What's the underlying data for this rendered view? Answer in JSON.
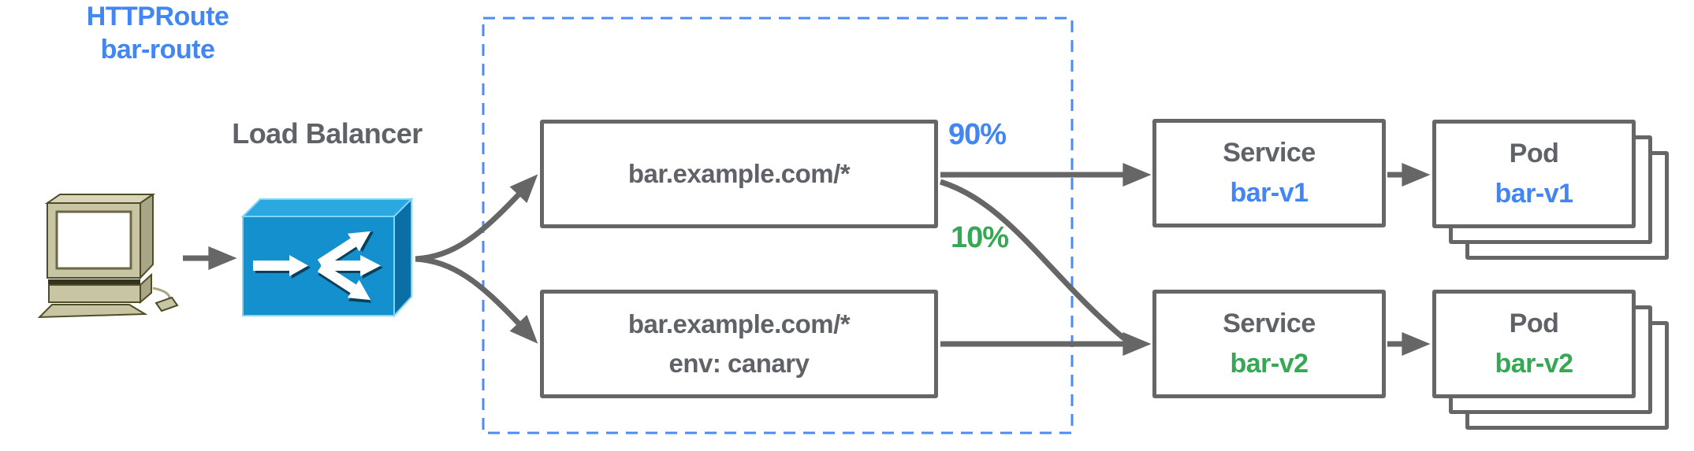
{
  "load_balancer": {
    "label": "Load Balancer"
  },
  "route_group": {
    "kind": "HTTPRoute",
    "name": "bar-route"
  },
  "rules": [
    {
      "match": "bar.example.com/*"
    },
    {
      "match": "bar.example.com/*",
      "header": "env: canary"
    }
  ],
  "weights": {
    "to_v1": "90%",
    "to_v2": "10%"
  },
  "services": [
    {
      "kind": "Service",
      "name": "bar-v1"
    },
    {
      "kind": "Service",
      "name": "bar-v2"
    }
  ],
  "pods": [
    {
      "kind": "Pod",
      "name": "bar-v1"
    },
    {
      "kind": "Pod",
      "name": "bar-v2"
    }
  ],
  "icons": {
    "client": "client-computer-icon",
    "load_balancer": "load-balancer-icon"
  },
  "colors": {
    "blue": "#4285F4",
    "green": "#34A853",
    "gray_text": "#5F6368",
    "stroke": "#666666",
    "dashed_border": "#4C8BF5",
    "lb_front": "#1590CF",
    "lb_top": "#2CA8E0",
    "lb_side": "#0B6EA5",
    "computer_body": "#C8C5A4"
  }
}
